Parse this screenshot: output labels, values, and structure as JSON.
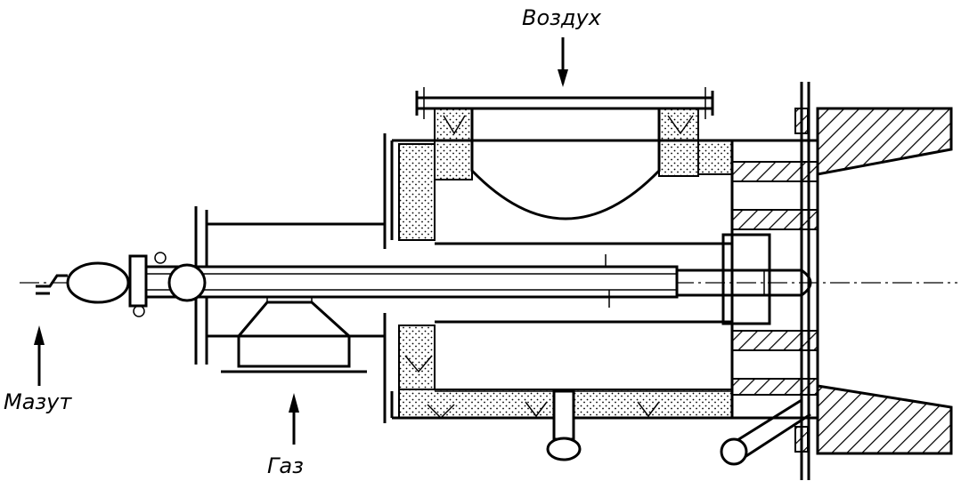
{
  "labels": {
    "air": "Воздух",
    "fuel_oil": "Мазут",
    "gas": "Газ"
  },
  "colors": {
    "ink": "#000000",
    "background": "#ffffff"
  }
}
